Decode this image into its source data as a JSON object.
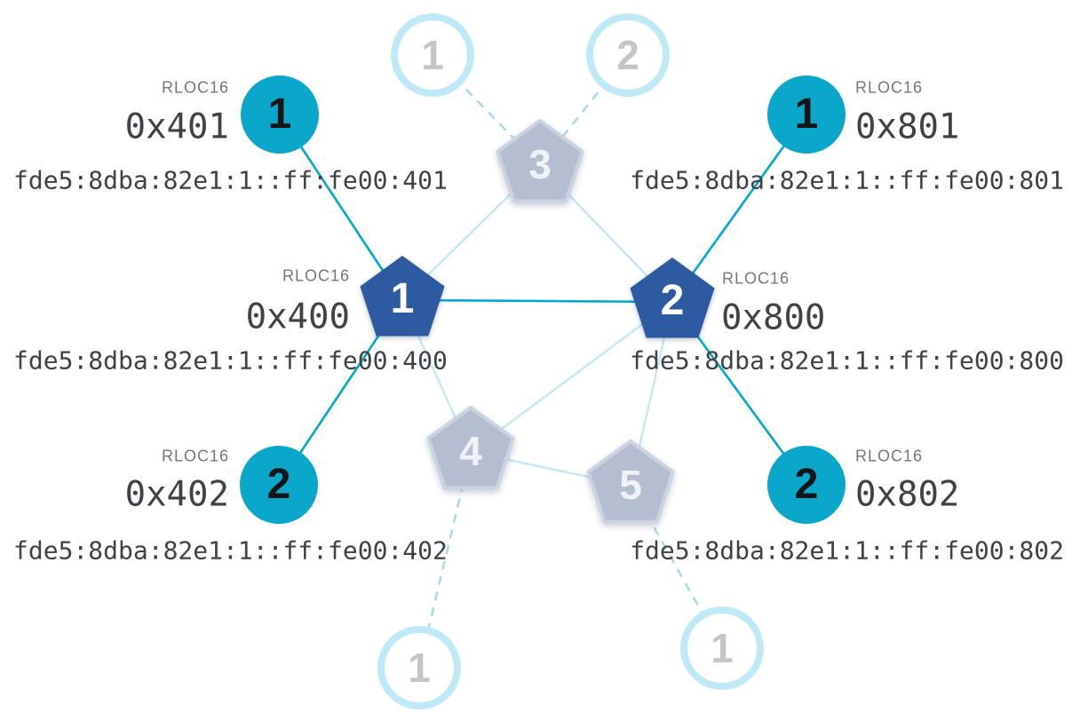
{
  "colors": {
    "router_active_fill": "#2d5aa0",
    "child_active_fill": "#0aa7ca",
    "faded_node_fill": "#b5bdd0",
    "faded_node_stroke": "#ccd3e0",
    "faded_circle_ring": "#bfe9f6",
    "link_active": "#00a8d8",
    "link_faded": "#c0e7f8",
    "link_dashed": "#9fd8ef",
    "rloc_label_text": "#76777a",
    "mono_text": "#3f4347",
    "faded_number_text": "#c4c5c7"
  },
  "nodes": {
    "router1": {
      "num": "1",
      "rloc_label": "RLOC16",
      "rloc": "0x400",
      "ipv6": "fde5:8dba:82e1:1::ff:fe00:400"
    },
    "router2": {
      "num": "2",
      "rloc_label": "RLOC16",
      "rloc": "0x800",
      "ipv6": "fde5:8dba:82e1:1::ff:fe00:800"
    },
    "child401": {
      "num": "1",
      "rloc_label": "RLOC16",
      "rloc": "0x401",
      "ipv6": "fde5:8dba:82e1:1::ff:fe00:401"
    },
    "child402": {
      "num": "2",
      "rloc_label": "RLOC16",
      "rloc": "0x402",
      "ipv6": "fde5:8dba:82e1:1::ff:fe00:402"
    },
    "child801": {
      "num": "1",
      "rloc_label": "RLOC16",
      "rloc": "0x801",
      "ipv6": "fde5:8dba:82e1:1::ff:fe00:801"
    },
    "child802": {
      "num": "2",
      "rloc_label": "RLOC16",
      "rloc": "0x802",
      "ipv6": "fde5:8dba:82e1:1::ff:fe00:802"
    },
    "router3": {
      "num": "3"
    },
    "router4": {
      "num": "4"
    },
    "router5": {
      "num": "5"
    },
    "faded_top_1": {
      "num": "1"
    },
    "faded_top_2": {
      "num": "2"
    },
    "faded_bottom_left": {
      "num": "1"
    },
    "faded_bottom_right": {
      "num": "1"
    }
  }
}
